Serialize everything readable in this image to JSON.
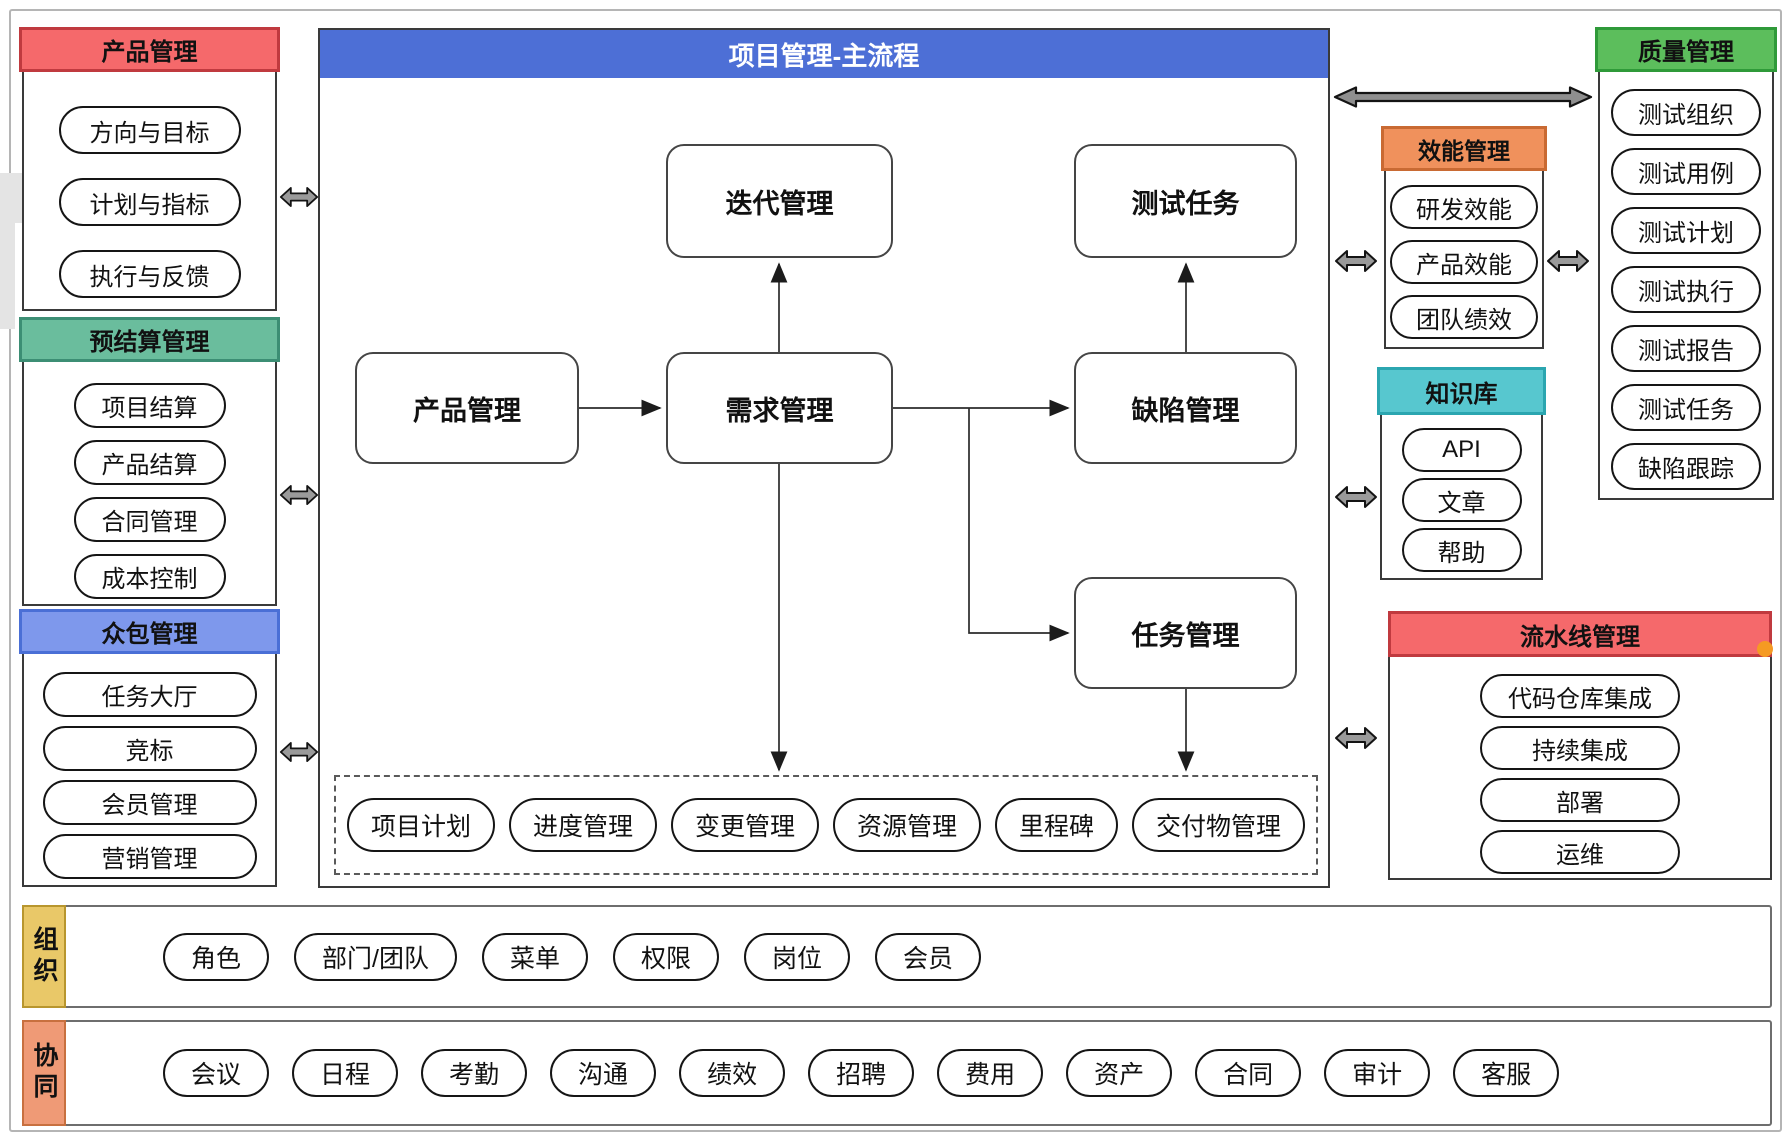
{
  "diagram": {
    "left_panels": [
      {
        "title": "产品管理",
        "header_color": "#F5696B",
        "header_border": "#C03A3F",
        "items": [
          "方向与目标",
          "计划与指标",
          "执行与反馈"
        ]
      },
      {
        "title": "预结算管理",
        "header_color": "#6ABD9D",
        "header_border": "#3C8E74",
        "items": [
          "项目结算",
          "产品结算",
          "合同管理",
          "成本控制"
        ]
      },
      {
        "title": "众包管理",
        "header_color": "#7E98EC",
        "header_border": "#4A6FD6",
        "items": [
          "任务大厅",
          "竞标",
          "会员管理",
          "营销管理"
        ]
      }
    ],
    "main_flow": {
      "title": "项目管理-主流程",
      "header_color": "#4D6FD6",
      "nodes": {
        "iteration": "迭代管理",
        "test_task": "测试任务",
        "product": "产品管理",
        "requirement": "需求管理",
        "defect": "缺陷管理",
        "task": "任务管理"
      },
      "dashed_items": [
        "项目计划",
        "进度管理",
        "变更管理",
        "资源管理",
        "里程碑",
        "交付物管理"
      ]
    },
    "right_panels": [
      {
        "title": "效能管理",
        "header_color": "#F0915C",
        "header_border": "#C96A33",
        "items": [
          "研发效能",
          "产品效能",
          "团队绩效"
        ]
      },
      {
        "title": "知识库",
        "header_color": "#57C7CF",
        "header_border": "#2BA6B0",
        "items": [
          "API",
          "文章",
          "帮助"
        ]
      },
      {
        "title": "质量管理",
        "header_color": "#5CBE5C",
        "header_border": "#2F9A39",
        "items": [
          "测试组织",
          "测试用例",
          "测试计划",
          "测试执行",
          "测试报告",
          "测试任务",
          "缺陷跟踪"
        ]
      },
      {
        "title": "流水线管理",
        "header_color": "#F5696B",
        "header_border": "#C03A3F",
        "items": [
          "代码仓库集成",
          "持续集成",
          "部署",
          "运维"
        ]
      }
    ],
    "bottom_rows": [
      {
        "label": "组织",
        "label_color": "#E9C868",
        "label_border": "#B8962E",
        "items": [
          "角色",
          "部门/团队",
          "菜单",
          "权限",
          "岗位",
          "会员"
        ]
      },
      {
        "label": "协同",
        "label_color": "#EF9A76",
        "label_border": "#C8703F",
        "items": [
          "会议",
          "日程",
          "考勤",
          "沟通",
          "绩效",
          "招聘",
          "费用",
          "资产",
          "合同",
          "审计",
          "客服"
        ]
      }
    ]
  }
}
